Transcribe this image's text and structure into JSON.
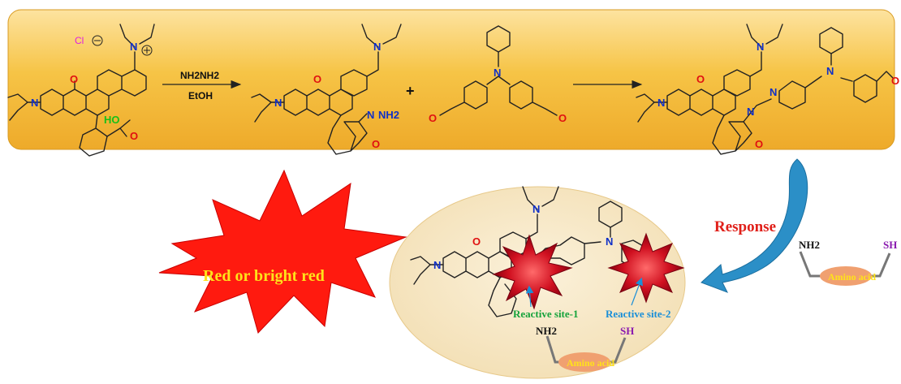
{
  "colors": {
    "banner": "#f5c242",
    "ellipse": "#f7e7c4",
    "burst": "#ff1a0f",
    "burst_text": "#ffe21a",
    "response_text": "#e0201a",
    "arrow": "#2b8fc7",
    "site1_text": "#16a33c",
    "site2_text": "#1a8fd8",
    "amino_pill": "#f0a070"
  },
  "reaction": {
    "chloride": "Cl",
    "n_plus": "N",
    "carboxyl_h": "HO",
    "reagent_top": "NH2NH2",
    "reagent_bottom": "EtOH",
    "plus": "+",
    "hydrazide_nh2": "NH2"
  },
  "sensing": {
    "response_label": "Response",
    "burst_label": "Red or bright red",
    "site1_label": "Reactive site-1",
    "site2_label": "Reactive site-2",
    "amino_acid_center": {
      "nh2": "NH2",
      "sh": "SH",
      "label": "Amino acid"
    },
    "amino_acid_right": {
      "nh2": "NH2",
      "sh": "SH",
      "label": "Amino acid"
    }
  },
  "icons": [
    "charge-minus-icon",
    "charge-plus-icon",
    "curved-arrow-icon",
    "reaction-arrow-icon",
    "star-burst-icon"
  ]
}
